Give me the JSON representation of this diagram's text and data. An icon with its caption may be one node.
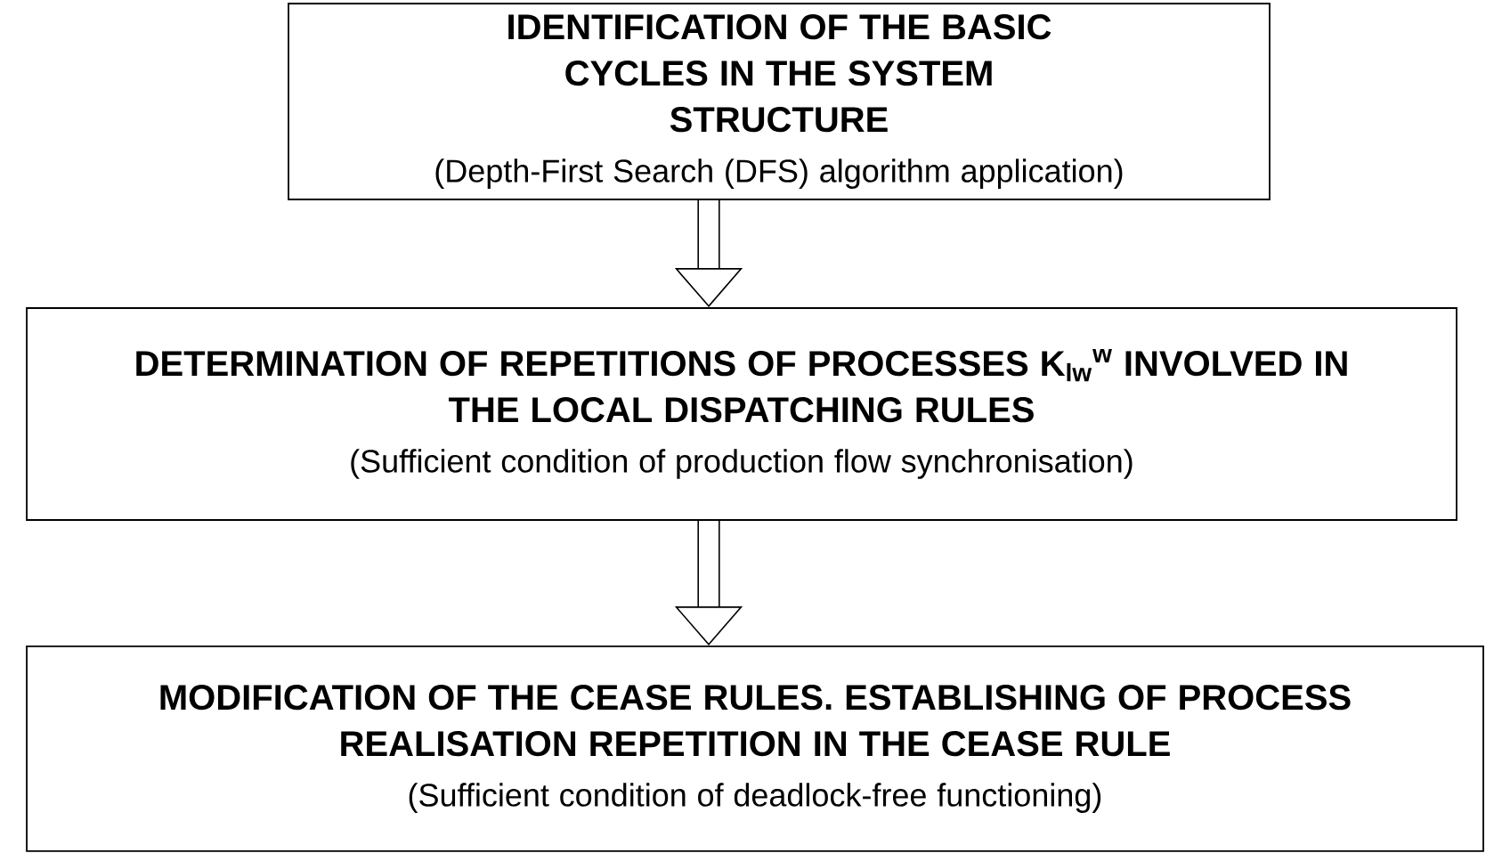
{
  "diagram": {
    "nodes": [
      {
        "text": [
          "IDENTIFICATION OF THE BASIC CYCLES IN THE SYSTEM STRUCTURE",
          "(Depth-First Search (DFS) algorithm application)"
        ]
      },
      {
        "text": [
          "DETERMINATION OF REPETITIONS OF PROCESSES K$_{lw}$$^{w}$ INVOLVED IN THE LOCAL DISPATCHING RULES",
          "(Sufficient condition of production flow synchronisation)"
        ]
      },
      {
        "text": [
          "MODIFICATION OF THE CEASE RULES. ESTABLISHING OF PROCESS REALISATION REPETITION IN THE CEASE RULE",
          "(Sufficient condition of deadlock-free functioning)"
        ]
      }
    ],
    "edges": [
      {
        "from": 0,
        "to": 1,
        "arrow": "to"
      },
      {
        "from": 1,
        "to": 2,
        "arrow": "to"
      }
    ]
  }
}
